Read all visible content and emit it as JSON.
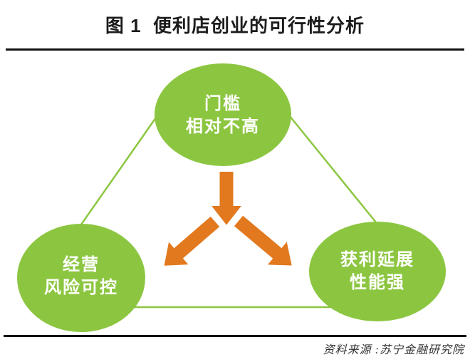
{
  "figure": {
    "title": "图 1  便利店创业的可行性分析",
    "source": "资料来源 :苏宁金融研究院"
  },
  "nodes": {
    "top": {
      "line1": "门槛",
      "line2": "相对不高"
    },
    "bottom_left": {
      "line1": "经营",
      "line2": "风险可控"
    },
    "bottom_right": {
      "line1": "获利延展",
      "line2": "性能强"
    }
  },
  "colors": {
    "node_green": "#8CC641",
    "connector_green": "#8CC641",
    "arrow_orange": "#E2791E",
    "rule_black": "#121212",
    "node_text": "#FFFFFF"
  }
}
